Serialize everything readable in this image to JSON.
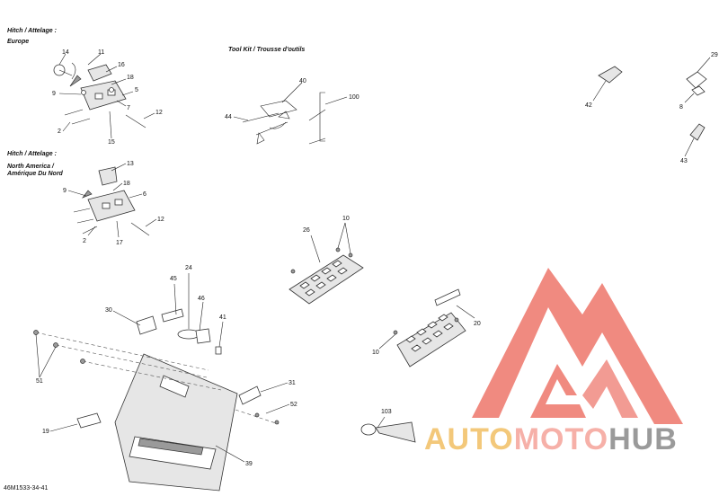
{
  "headings": {
    "hitch_1": "Hitch / Attelage :",
    "europe": "Europe",
    "tool_kit": "Tool Kit / Trousse d'outils",
    "hitch_2": "Hitch / Attelage :",
    "na_line1": "North America /",
    "na_line2": "Amérique Du Nord"
  },
  "doc_code": "46M1533-34-41",
  "callouts": {
    "c14": "14",
    "c11": "11",
    "c16": "16",
    "c18a": "18",
    "c9a": "9",
    "c5": "5",
    "c7": "7",
    "c2a": "2",
    "c12a": "12",
    "c15": "15",
    "c40": "40",
    "c44": "44",
    "c100": "100",
    "c42": "42",
    "c29": "29",
    "c8": "8",
    "c43": "43",
    "c13": "13",
    "c18b": "18",
    "c9b": "9",
    "c6": "6",
    "c2b": "2",
    "c17": "17",
    "c12b": "12",
    "c26": "26",
    "c10a": "10",
    "c10b": "10",
    "c20": "20",
    "c45": "45",
    "c24": "24",
    "c46": "46",
    "c41": "41",
    "c30": "30",
    "c51": "51",
    "c31": "31",
    "c52": "52",
    "c19": "19",
    "c39": "39",
    "c103": "103"
  },
  "watermark": {
    "auto": "AUTO",
    "moto": "MOTO",
    "hub": "HUB",
    "logo_color": "#f08a80"
  }
}
